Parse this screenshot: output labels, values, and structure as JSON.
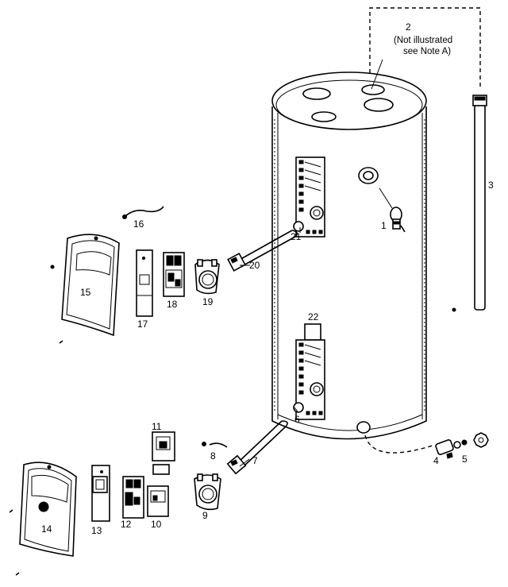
{
  "parts": {
    "p1": "1",
    "p2": "2",
    "p2_note_line1": "(Not illustrated",
    "p2_note_line2": "see Note A)",
    "p3": "3",
    "p4": "4",
    "p5": "5",
    "p6": "6",
    "p7": "7",
    "p8": "8",
    "p9": "9",
    "p10": "10",
    "p11": "11",
    "p12": "12",
    "p13": "13",
    "p14": "14",
    "p15": "15",
    "p16": "16",
    "p17": "17",
    "p18": "18",
    "p19": "19",
    "p20": "20",
    "p21": "21",
    "p22": "22"
  }
}
